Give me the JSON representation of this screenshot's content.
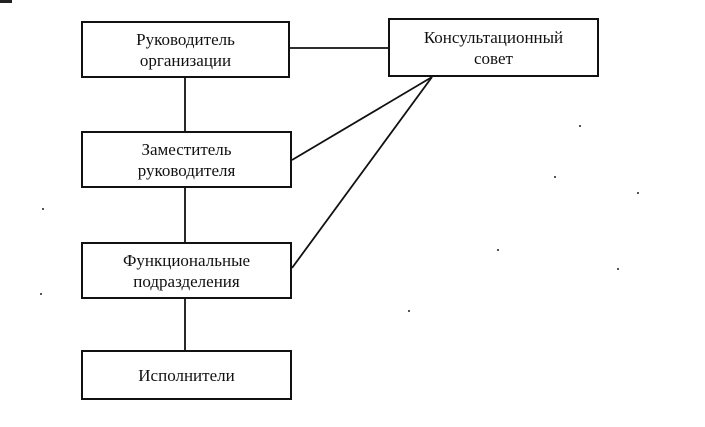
{
  "diagram": {
    "nodes": [
      {
        "id": "head",
        "label": "Руководитель\nорганизации"
      },
      {
        "id": "council",
        "label": "Консультационный\nсовет"
      },
      {
        "id": "deputy",
        "label": "Заместитель\nруководителя"
      },
      {
        "id": "functional",
        "label": "Функциональные\nподразделения"
      },
      {
        "id": "executors",
        "label": "Исполнители"
      }
    ],
    "edges": [
      {
        "from": "head",
        "to": "council"
      },
      {
        "from": "head",
        "to": "deputy"
      },
      {
        "from": "deputy",
        "to": "functional"
      },
      {
        "from": "functional",
        "to": "executors"
      },
      {
        "from": "council",
        "to": "deputy"
      },
      {
        "from": "council",
        "to": "functional"
      }
    ]
  }
}
